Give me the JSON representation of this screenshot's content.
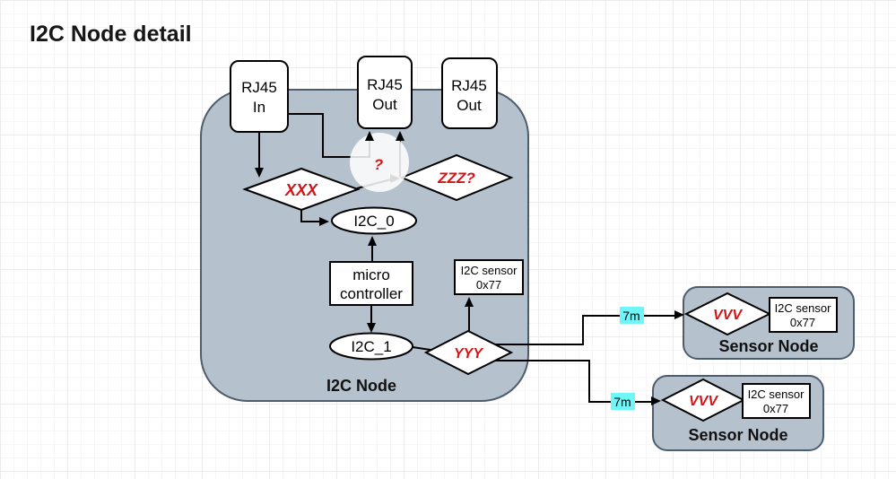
{
  "title": "I2C Node detail",
  "colors": {
    "node_fill": "#b5c2ce",
    "node_stroke": "#4d5d6b",
    "accent_red": "#d41414",
    "cable_highlight": "#6ff6f8"
  },
  "containers": {
    "i2c_node": {
      "label": "I2C Node"
    },
    "sensor_node_top": {
      "label": "Sensor Node"
    },
    "sensor_node_bottom": {
      "label": "Sensor Node"
    }
  },
  "nodes": {
    "rj45_in": {
      "line1": "RJ45",
      "line2": "In"
    },
    "rj45_out_1": {
      "line1": "RJ45",
      "line2": "Out"
    },
    "rj45_out_2": {
      "line1": "RJ45",
      "line2": "Out"
    },
    "diamond_xxx": {
      "label": "XXX"
    },
    "diamond_zzz": {
      "label": "ZZZ?"
    },
    "diamond_yyy": {
      "label": "YYY"
    },
    "diamond_vvv_top": {
      "label": "VVV"
    },
    "diamond_vvv_bottom": {
      "label": "VVV"
    },
    "unknown_circle": {
      "label": "?"
    },
    "bus_i2c_0": {
      "label": "I2C_0"
    },
    "bus_i2c_1": {
      "label": "I2C_1"
    },
    "microcontroller": {
      "line1": "micro",
      "line2": "controller"
    },
    "sensor_internal": {
      "line1": "I2C sensor",
      "line2": "0x77"
    },
    "sensor_top": {
      "line1": "I2C sensor",
      "line2": "0x77"
    },
    "sensor_bottom": {
      "line1": "I2C sensor",
      "line2": "0x77"
    }
  },
  "edge_labels": {
    "cable_top": "7m",
    "cable_bottom": "7m"
  }
}
